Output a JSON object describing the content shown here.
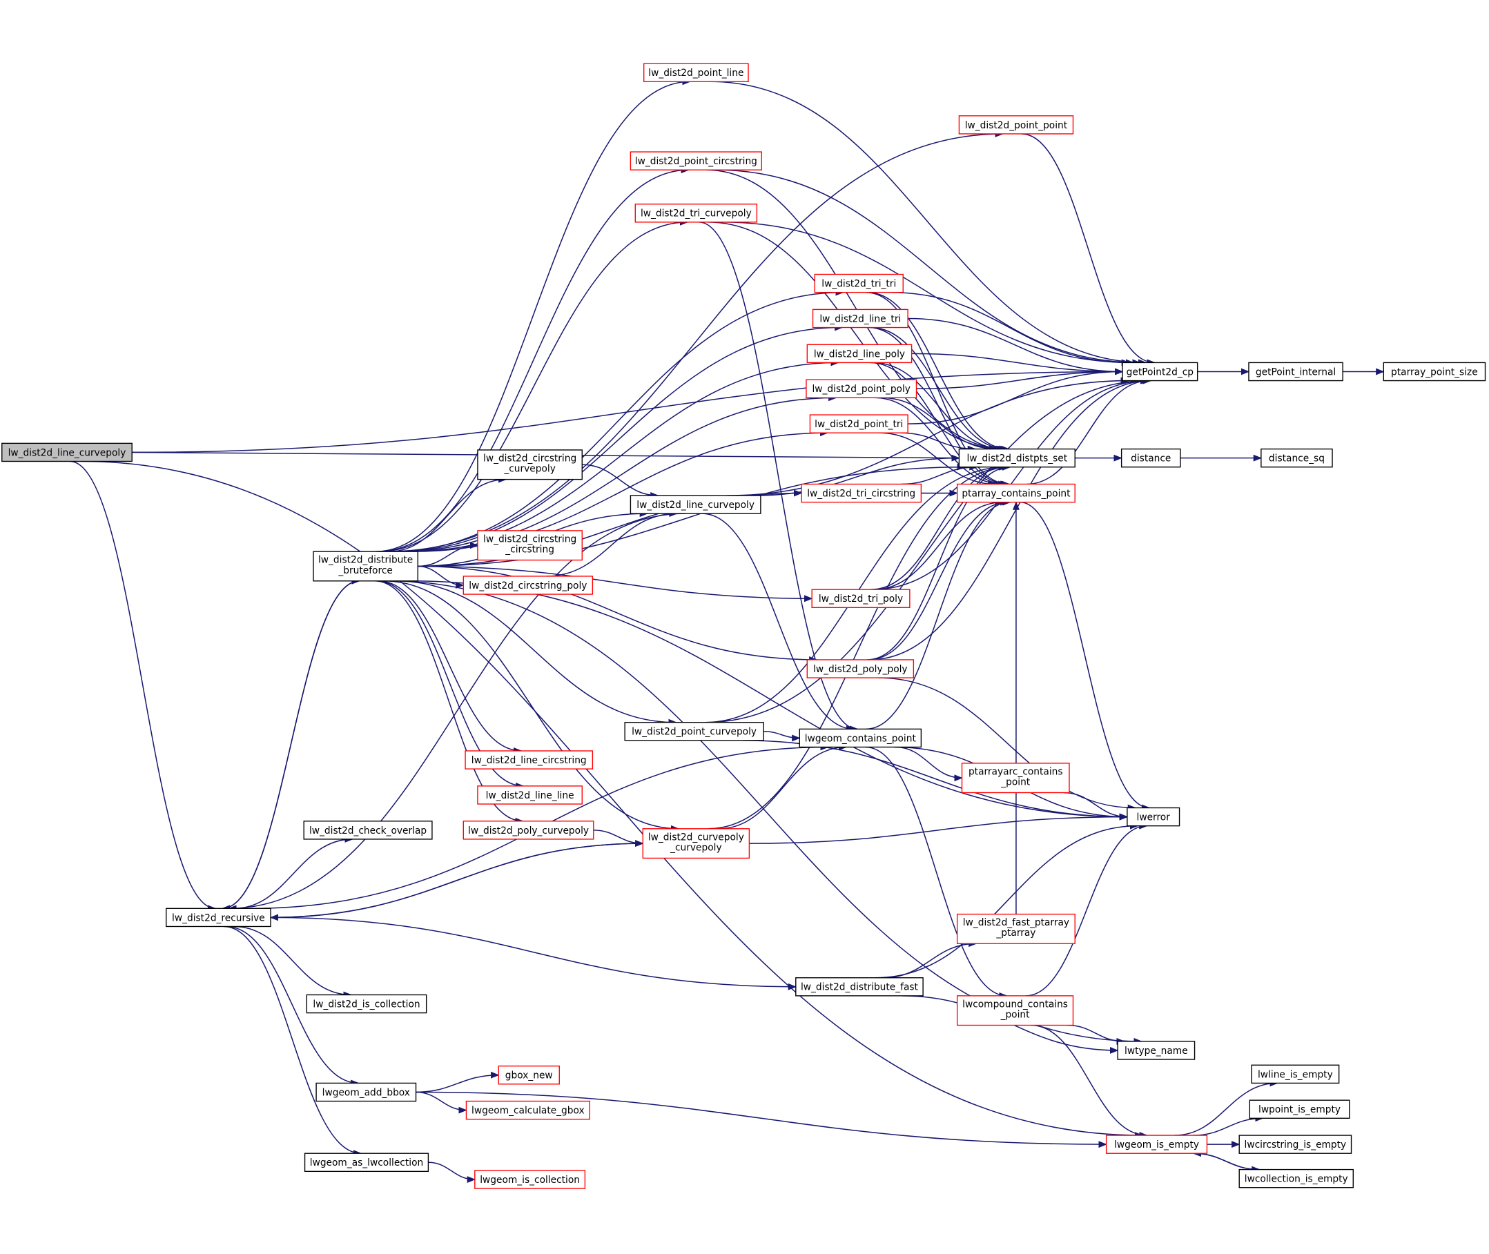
{
  "diagram": {
    "title": "Call graph for lw_dist2d_line_curvepoly",
    "colors": {
      "edge": "#191970",
      "root_fill": "#bfbfbf",
      "node_border": "#000000",
      "truncated_border": "#ff0000"
    },
    "nodes": [
      {
        "id": "root",
        "label": [
          "lw_dist2d_line_curvepoly"
        ],
        "kind": "root"
      },
      {
        "id": "recursive",
        "label": [
          "lw_dist2d_recursive"
        ],
        "kind": "normal"
      },
      {
        "id": "bruteforce",
        "label": [
          "lw_dist2d_distribute",
          "_bruteforce"
        ],
        "kind": "normal"
      },
      {
        "id": "point_line",
        "label": [
          "lw_dist2d_point_line"
        ],
        "kind": "truncated"
      },
      {
        "id": "point_point",
        "label": [
          "lw_dist2d_point_point"
        ],
        "kind": "truncated"
      },
      {
        "id": "point_circstring",
        "label": [
          "lw_dist2d_point_circstring"
        ],
        "kind": "truncated"
      },
      {
        "id": "tri_curvepoly",
        "label": [
          "lw_dist2d_tri_curvepoly"
        ],
        "kind": "truncated"
      },
      {
        "id": "tri_tri",
        "label": [
          "lw_dist2d_tri_tri"
        ],
        "kind": "truncated"
      },
      {
        "id": "line_tri",
        "label": [
          "lw_dist2d_line_tri"
        ],
        "kind": "truncated"
      },
      {
        "id": "line_poly",
        "label": [
          "lw_dist2d_line_poly"
        ],
        "kind": "truncated"
      },
      {
        "id": "point_poly",
        "label": [
          "lw_dist2d_point_poly"
        ],
        "kind": "truncated"
      },
      {
        "id": "point_tri",
        "label": [
          "lw_dist2d_point_tri"
        ],
        "kind": "truncated"
      },
      {
        "id": "circstring_curvepoly",
        "label": [
          "lw_dist2d_circstring",
          "_curvepoly"
        ],
        "kind": "normal"
      },
      {
        "id": "line_curvepoly",
        "label": [
          "lw_dist2d_line_curvepoly"
        ],
        "kind": "normal"
      },
      {
        "id": "tri_circstring",
        "label": [
          "lw_dist2d_tri_circstring"
        ],
        "kind": "truncated"
      },
      {
        "id": "circstring_circstring",
        "label": [
          "lw_dist2d_circstring",
          "_circstring"
        ],
        "kind": "truncated"
      },
      {
        "id": "circstring_poly",
        "label": [
          "lw_dist2d_circstring_poly"
        ],
        "kind": "truncated"
      },
      {
        "id": "tri_poly",
        "label": [
          "lw_dist2d_tri_poly"
        ],
        "kind": "truncated"
      },
      {
        "id": "poly_poly",
        "label": [
          "lw_dist2d_poly_poly"
        ],
        "kind": "truncated"
      },
      {
        "id": "point_curvepoly",
        "label": [
          "lw_dist2d_point_curvepoly"
        ],
        "kind": "normal"
      },
      {
        "id": "line_circstring",
        "label": [
          "lw_dist2d_line_circstring"
        ],
        "kind": "truncated"
      },
      {
        "id": "line_line",
        "label": [
          "lw_dist2d_line_line"
        ],
        "kind": "truncated"
      },
      {
        "id": "poly_curvepoly",
        "label": [
          "lw_dist2d_poly_curvepoly"
        ],
        "kind": "truncated"
      },
      {
        "id": "curvepoly_curvepoly",
        "label": [
          "lw_dist2d_curvepoly",
          "_curvepoly"
        ],
        "kind": "truncated"
      },
      {
        "id": "check_overlap",
        "label": [
          "lw_dist2d_check_overlap"
        ],
        "kind": "normal"
      },
      {
        "id": "is_collection",
        "label": [
          "lw_dist2d_is_collection"
        ],
        "kind": "normal"
      },
      {
        "id": "add_bbox",
        "label": [
          "lwgeom_add_bbox"
        ],
        "kind": "normal"
      },
      {
        "id": "as_lwcollection",
        "label": [
          "lwgeom_as_lwcollection"
        ],
        "kind": "normal"
      },
      {
        "id": "gbox_new",
        "label": [
          "gbox_new"
        ],
        "kind": "truncated"
      },
      {
        "id": "calculate_gbox",
        "label": [
          "lwgeom_calculate_gbox"
        ],
        "kind": "truncated"
      },
      {
        "id": "geom_is_collection",
        "label": [
          "lwgeom_is_collection"
        ],
        "kind": "truncated"
      },
      {
        "id": "distribute_fast",
        "label": [
          "lw_dist2d_distribute_fast"
        ],
        "kind": "normal"
      },
      {
        "id": "contains_point",
        "label": [
          "lwgeom_contains_point"
        ],
        "kind": "normal"
      },
      {
        "id": "ptarrayarc",
        "label": [
          "ptarrayarc_contains",
          "_point"
        ],
        "kind": "truncated"
      },
      {
        "id": "fast_ptarray",
        "label": [
          "lw_dist2d_fast_ptarray",
          "_ptarray"
        ],
        "kind": "truncated"
      },
      {
        "id": "compound_contains",
        "label": [
          "lwcompound_contains",
          "_point"
        ],
        "kind": "truncated"
      },
      {
        "id": "distpts_set",
        "label": [
          "lw_dist2d_distpts_set"
        ],
        "kind": "normal"
      },
      {
        "id": "ptarray_contains",
        "label": [
          "ptarray_contains_point"
        ],
        "kind": "truncated"
      },
      {
        "id": "getpoint2d",
        "label": [
          "getPoint2d_cp"
        ],
        "kind": "normal"
      },
      {
        "id": "getpoint_internal",
        "label": [
          "getPoint_internal"
        ],
        "kind": "normal"
      },
      {
        "id": "ptarray_point_size",
        "label": [
          "ptarray_point_size"
        ],
        "kind": "normal"
      },
      {
        "id": "distance",
        "label": [
          "distance"
        ],
        "kind": "normal"
      },
      {
        "id": "distance_sq",
        "label": [
          "distance_sq"
        ],
        "kind": "normal"
      },
      {
        "id": "lwerror",
        "label": [
          "lwerror"
        ],
        "kind": "normal"
      },
      {
        "id": "lwtype_name",
        "label": [
          "lwtype_name"
        ],
        "kind": "normal"
      },
      {
        "id": "is_empty",
        "label": [
          "lwgeom_is_empty"
        ],
        "kind": "truncated"
      },
      {
        "id": "lwline_empty",
        "label": [
          "lwline_is_empty"
        ],
        "kind": "normal"
      },
      {
        "id": "lwpoint_empty",
        "label": [
          "lwpoint_is_empty"
        ],
        "kind": "normal"
      },
      {
        "id": "lwcirc_empty",
        "label": [
          "lwcircstring_is_empty"
        ],
        "kind": "normal"
      },
      {
        "id": "lwcoll_empty",
        "label": [
          "lwcollection_is_empty"
        ],
        "kind": "normal"
      }
    ],
    "edges": [
      [
        "root",
        "recursive"
      ],
      [
        "root",
        "getpoint2d"
      ],
      [
        "root",
        "distpts_set"
      ],
      [
        "root",
        "is_empty"
      ],
      [
        "recursive",
        "bruteforce"
      ],
      [
        "recursive",
        "check_overlap"
      ],
      [
        "recursive",
        "is_collection"
      ],
      [
        "recursive",
        "add_bbox"
      ],
      [
        "recursive",
        "as_lwcollection"
      ],
      [
        "recursive",
        "distribute_fast"
      ],
      [
        "recursive",
        "contains_point"
      ],
      [
        "recursive",
        "curvepoly_curvepoly"
      ],
      [
        "bruteforce",
        "point_line"
      ],
      [
        "bruteforce",
        "point_point"
      ],
      [
        "bruteforce",
        "point_circstring"
      ],
      [
        "bruteforce",
        "tri_curvepoly"
      ],
      [
        "bruteforce",
        "tri_tri"
      ],
      [
        "bruteforce",
        "line_tri"
      ],
      [
        "bruteforce",
        "line_poly"
      ],
      [
        "bruteforce",
        "point_poly"
      ],
      [
        "bruteforce",
        "point_tri"
      ],
      [
        "bruteforce",
        "circstring_curvepoly"
      ],
      [
        "bruteforce",
        "line_curvepoly"
      ],
      [
        "bruteforce",
        "tri_circstring"
      ],
      [
        "bruteforce",
        "circstring_circstring"
      ],
      [
        "bruteforce",
        "circstring_poly"
      ],
      [
        "bruteforce",
        "tri_poly"
      ],
      [
        "bruteforce",
        "poly_poly"
      ],
      [
        "bruteforce",
        "point_curvepoly"
      ],
      [
        "bruteforce",
        "line_circstring"
      ],
      [
        "bruteforce",
        "line_line"
      ],
      [
        "bruteforce",
        "poly_curvepoly"
      ],
      [
        "bruteforce",
        "curvepoly_curvepoly"
      ],
      [
        "bruteforce",
        "lwerror"
      ],
      [
        "bruteforce",
        "lwtype_name"
      ],
      [
        "bruteforce",
        "distpts_set"
      ],
      [
        "bruteforce",
        "recursive"
      ],
      [
        "point_line",
        "getpoint2d"
      ],
      [
        "point_point",
        "getpoint2d"
      ],
      [
        "point_circstring",
        "getpoint2d"
      ],
      [
        "point_circstring",
        "distpts_set"
      ],
      [
        "tri_curvepoly",
        "getpoint2d"
      ],
      [
        "tri_curvepoly",
        "distpts_set"
      ],
      [
        "tri_curvepoly",
        "contains_point"
      ],
      [
        "tri_tri",
        "getpoint2d"
      ],
      [
        "tri_tri",
        "distpts_set"
      ],
      [
        "tri_tri",
        "ptarray_contains"
      ],
      [
        "line_tri",
        "getpoint2d"
      ],
      [
        "line_tri",
        "distpts_set"
      ],
      [
        "line_tri",
        "ptarray_contains"
      ],
      [
        "line_poly",
        "getpoint2d"
      ],
      [
        "line_poly",
        "distpts_set"
      ],
      [
        "line_poly",
        "ptarray_contains"
      ],
      [
        "point_poly",
        "getpoint2d"
      ],
      [
        "point_poly",
        "distpts_set"
      ],
      [
        "point_poly",
        "ptarray_contains"
      ],
      [
        "point_tri",
        "getpoint2d"
      ],
      [
        "point_tri",
        "distpts_set"
      ],
      [
        "point_tri",
        "ptarray_contains"
      ],
      [
        "circstring_curvepoly",
        "line_curvepoly"
      ],
      [
        "circstring_poly",
        "line_curvepoly"
      ],
      [
        "line_curvepoly",
        "distpts_set"
      ],
      [
        "line_curvepoly",
        "contains_point"
      ],
      [
        "line_curvepoly",
        "getpoint2d"
      ],
      [
        "line_curvepoly",
        "recursive"
      ],
      [
        "tri_circstring",
        "distpts_set"
      ],
      [
        "tri_circstring",
        "ptarray_contains"
      ],
      [
        "tri_poly",
        "getpoint2d"
      ],
      [
        "tri_poly",
        "distpts_set"
      ],
      [
        "tri_poly",
        "ptarray_contains"
      ],
      [
        "poly_poly",
        "getpoint2d"
      ],
      [
        "poly_poly",
        "distpts_set"
      ],
      [
        "poly_poly",
        "ptarray_contains"
      ],
      [
        "poly_poly",
        "lwerror"
      ],
      [
        "point_curvepoly",
        "contains_point"
      ],
      [
        "point_curvepoly",
        "getpoint2d"
      ],
      [
        "point_curvepoly",
        "lwerror"
      ],
      [
        "point_curvepoly",
        "distpts_set"
      ],
      [
        "poly_curvepoly",
        "curvepoly_curvepoly"
      ],
      [
        "curvepoly_curvepoly",
        "contains_point"
      ],
      [
        "curvepoly_curvepoly",
        "lwerror"
      ],
      [
        "curvepoly_curvepoly",
        "distpts_set"
      ],
      [
        "curvepoly_curvepoly",
        "recursive"
      ],
      [
        "contains_point",
        "ptarrayarc"
      ],
      [
        "contains_point",
        "compound_contains"
      ],
      [
        "contains_point",
        "lwerror"
      ],
      [
        "contains_point",
        "ptarray_contains"
      ],
      [
        "ptarrayarc",
        "lwerror"
      ],
      [
        "ptarray_contains",
        "lwerror"
      ],
      [
        "ptarray_contains",
        "getpoint2d"
      ],
      [
        "distribute_fast",
        "fast_ptarray"
      ],
      [
        "distribute_fast",
        "lwerror"
      ],
      [
        "distribute_fast",
        "lwtype_name"
      ],
      [
        "fast_ptarray",
        "ptarray_contains"
      ],
      [
        "compound_contains",
        "lwerror"
      ],
      [
        "compound_contains",
        "lwtype_name"
      ],
      [
        "compound_contains",
        "is_empty"
      ],
      [
        "distpts_set",
        "distance"
      ],
      [
        "distance",
        "distance_sq"
      ],
      [
        "getpoint2d",
        "getpoint_internal"
      ],
      [
        "getpoint_internal",
        "ptarray_point_size"
      ],
      [
        "add_bbox",
        "gbox_new"
      ],
      [
        "add_bbox",
        "calculate_gbox"
      ],
      [
        "add_bbox",
        "is_empty"
      ],
      [
        "as_lwcollection",
        "geom_is_collection"
      ],
      [
        "is_empty",
        "lwline_empty"
      ],
      [
        "is_empty",
        "lwpoint_empty"
      ],
      [
        "is_empty",
        "lwcirc_empty"
      ],
      [
        "is_empty",
        "lwcoll_empty"
      ],
      [
        "lwcoll_empty",
        "is_empty"
      ]
    ]
  }
}
